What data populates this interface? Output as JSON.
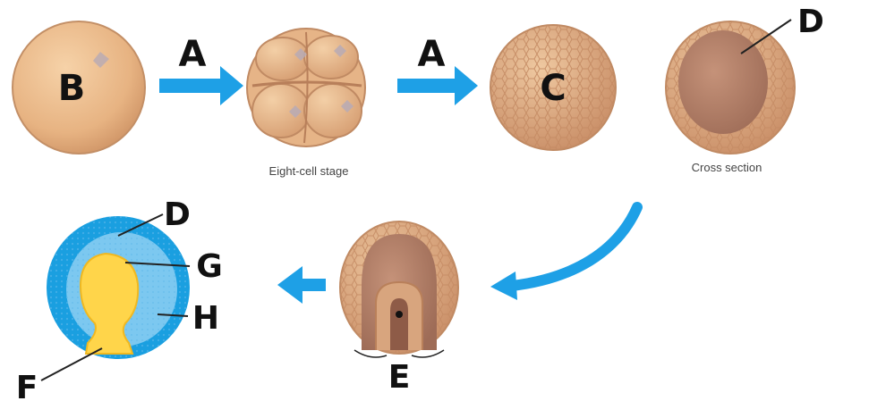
{
  "labels": {
    "a1": "A",
    "a2": "A",
    "b": "B",
    "c": "C",
    "d_top": "D",
    "d_bottom": "D",
    "e": "E",
    "f": "F",
    "g": "G",
    "h": "H"
  },
  "captions": {
    "eight_cell": "Eight-cell stage",
    "cross_section": "Cross section"
  },
  "colors": {
    "arrow": "#1ea0e6",
    "cell": "#e8b887",
    "blastula_inner": "#b47f62",
    "ectoderm": "#1a9fe0",
    "mesoderm": "#7cc8f0",
    "endoderm": "#ffd54a"
  }
}
